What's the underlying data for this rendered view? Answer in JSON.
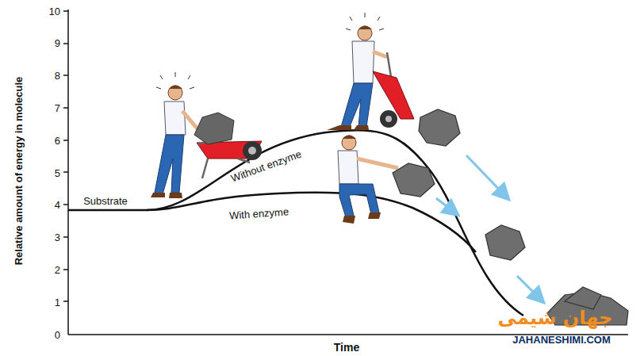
{
  "diagram": {
    "labels": [
      "10",
      "9",
      "8",
      "7",
      "6",
      "5",
      "4",
      "3",
      "2",
      "1",
      "0",
      "Relative amount of energy in molecule",
      "Time",
      "Substrate",
      "Without enzyme",
      "With enzyme",
      "جهان شیمی",
      "JAHANESHIMI.COM"
    ]
  }
}
